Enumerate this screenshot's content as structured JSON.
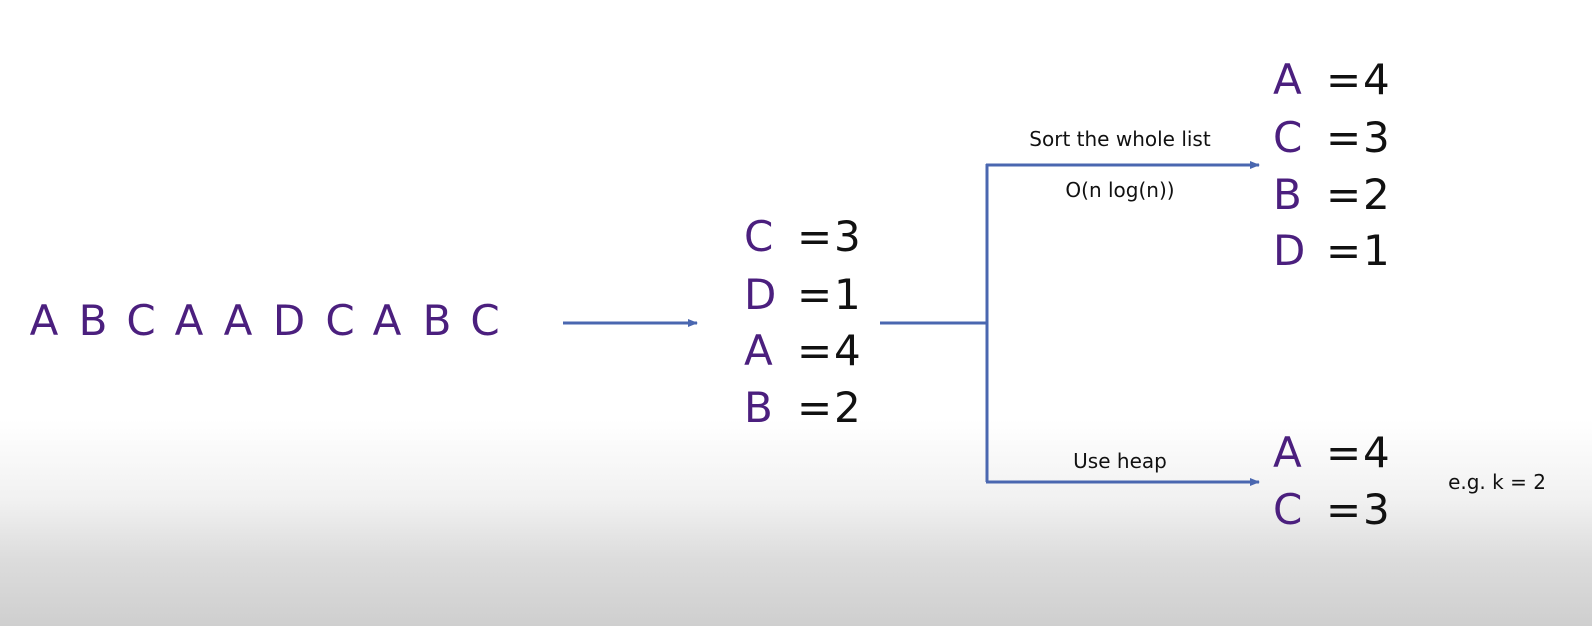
{
  "sequence": [
    "A",
    "B",
    "C",
    "A",
    "A",
    "D",
    "C",
    "A",
    "B",
    "C"
  ],
  "counts": [
    {
      "key": "C",
      "eq": "=",
      "value": "3"
    },
    {
      "key": "D",
      "eq": "=",
      "value": "1"
    },
    {
      "key": "A",
      "eq": "=",
      "value": "4"
    },
    {
      "key": "B",
      "eq": "=",
      "value": "2"
    }
  ],
  "sorted_branch": {
    "label": "Sort the whole list",
    "complexity": "O(n log(n))",
    "results": [
      {
        "key": "A",
        "eq": "=",
        "value": "4"
      },
      {
        "key": "C",
        "eq": "=",
        "value": "3"
      },
      {
        "key": "B",
        "eq": "=",
        "value": "2"
      },
      {
        "key": "D",
        "eq": "=",
        "value": "1"
      }
    ]
  },
  "heap_branch": {
    "label": "Use heap",
    "note": "e.g. k = 2",
    "results": [
      {
        "key": "A",
        "eq": "=",
        "value": "4"
      },
      {
        "key": "C",
        "eq": "=",
        "value": "3"
      }
    ]
  },
  "colors": {
    "letter": "#4b1f7e",
    "arrow": "#4a67b0",
    "text": "#111111"
  }
}
